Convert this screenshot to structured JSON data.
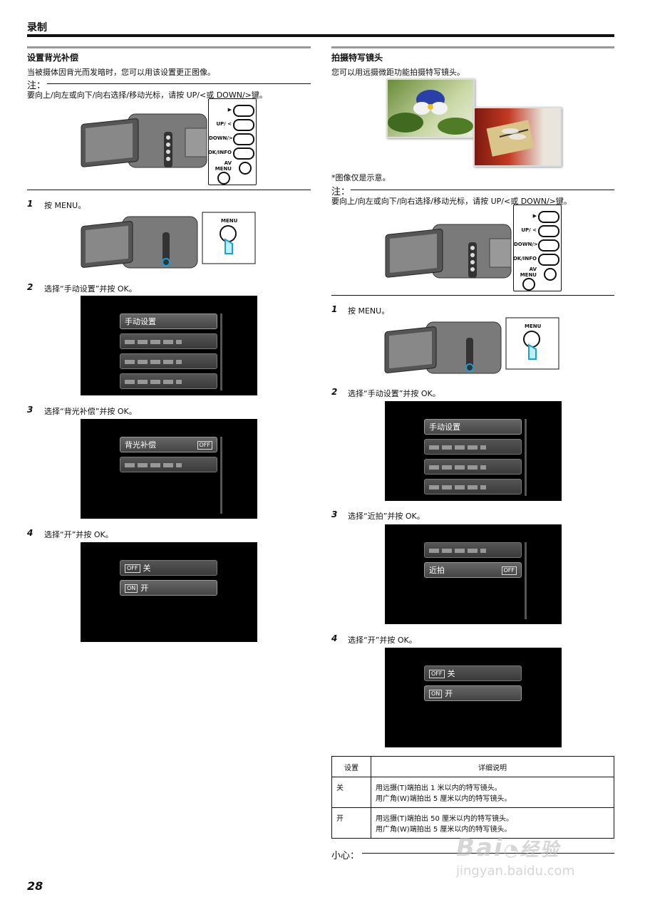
{
  "header": {
    "section": "录制"
  },
  "left": {
    "title": "设置背光补偿",
    "desc": "当被摄体因背光而发暗时，您可以用该设置更正图像。",
    "note_label": "注：",
    "note_text": "要向上/向左或向下/向右选择/移动光标，请按 UP/<或 DOWN/>键。",
    "steps": [
      {
        "num": "1",
        "text": "按 MENU。"
      },
      {
        "num": "2",
        "text": "选择“手动设置”并按 OK。"
      },
      {
        "num": "3",
        "text": "选择“背光补偿”并按 OK。"
      },
      {
        "num": "4",
        "text": "选择“开”并按 OK。"
      }
    ],
    "screen2_item": "手动设置",
    "screen3_item": "背光补偿",
    "screen3_badge": "OFF",
    "screen4_off_badge": "OFF",
    "screen4_off": "关",
    "screen4_on_badge": "ON",
    "screen4_on": "开"
  },
  "right": {
    "title": "拍摄特写镜头",
    "desc": "您可以用远摄微距功能拍摄特写镜头。",
    "image_note": "*图像仅是示意。",
    "note_label": "注：",
    "note_text": "要向上/向左或向下/向右选择/移动光标，请按 UP/<或 DOWN/>键。",
    "steps": [
      {
        "num": "1",
        "text": "按 MENU。"
      },
      {
        "num": "2",
        "text": "选择“手动设置”并按 OK。"
      },
      {
        "num": "3",
        "text": "选择“近拍”并按 OK。"
      },
      {
        "num": "4",
        "text": "选择“开”并按 OK。"
      }
    ],
    "screen2_item": "手动设置",
    "screen3_item": "近拍",
    "screen3_badge": "OFF",
    "screen4_off_badge": "OFF",
    "screen4_off": "关",
    "screen4_on_badge": "ON",
    "screen4_on": "开",
    "table": {
      "headers": [
        "设置",
        "详细说明"
      ],
      "rows": [
        {
          "setting": "关",
          "lines": [
            "用远摄(T)端拍出 1 米以内的特写镜头。",
            "用广角(W)端拍出 5 厘米以内的特写镜头。"
          ]
        },
        {
          "setting": "开",
          "lines": [
            "用远摄(T)端拍出 50 厘米以内的特写镜头。",
            "用广角(W)端拍出 5 厘米以内的特写镜头。"
          ]
        }
      ]
    },
    "caution_label": "小心："
  },
  "buttons": {
    "play": "▶",
    "up": "UP/ <",
    "down": "DOWN/>",
    "okinfo": "OK/INFO",
    "av": "AV",
    "menu": "MENU"
  },
  "footer": {
    "page": "28"
  },
  "watermark": {
    "brand": "Bai",
    "brand2": "经验",
    "url": "jingyan.baidu.com"
  }
}
